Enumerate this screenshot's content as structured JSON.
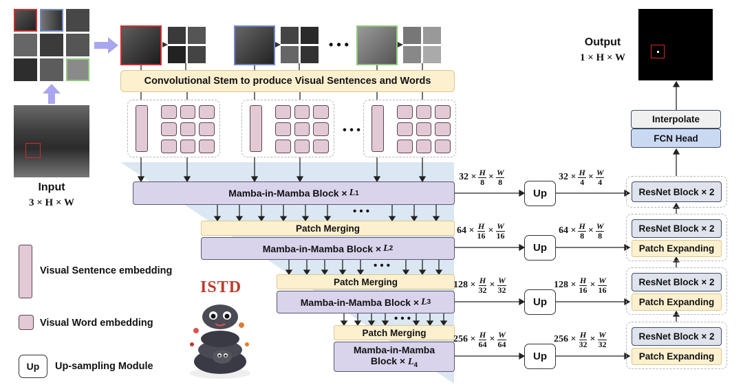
{
  "input": {
    "title": "Input",
    "shape": "3 × H × W"
  },
  "output": {
    "title": "Output",
    "shape": "1 × H × W"
  },
  "stem_label": "Convolutional Stem to produce Visual Sentences and Words",
  "ellipsis": "• • •",
  "ellipsis_mid": "• • •",
  "stages": {
    "mamba1": "Mamba-in-Mamba Block × ",
    "mamba1_sub": "L",
    "mamba1_idx": "1",
    "merge2": "Patch Merging",
    "mamba2": "Mamba-in-Mamba Block × ",
    "mamba2_sub": "L",
    "mamba2_idx": "2",
    "merge3": "Patch Merging",
    "mamba3": "Mamba-in-Mamba Block × ",
    "mamba3_sub": "L",
    "mamba3_idx": "3",
    "merge4": "Patch Merging",
    "mamba4_line1": "Mamba-in-Mamba",
    "mamba4_line2": "Block × ",
    "mamba4_sub": "L",
    "mamba4_idx": "4"
  },
  "dims_left": [
    {
      "c": "32 ×",
      "h": "H",
      "hd": "8",
      "w": "W",
      "wd": "8"
    },
    {
      "c": "64 ×",
      "h": "H",
      "hd": "16",
      "w": "W",
      "wd": "16"
    },
    {
      "c": "128 ×",
      "h": "H",
      "hd": "32",
      "w": "W",
      "wd": "32"
    },
    {
      "c": "256 ×",
      "h": "H",
      "hd": "64",
      "w": "W",
      "wd": "64"
    }
  ],
  "dims_right": [
    {
      "c": "32 ×",
      "h": "H",
      "hd": "4",
      "w": "W",
      "wd": "4"
    },
    {
      "c": "64 ×",
      "h": "H",
      "hd": "8",
      "w": "W",
      "wd": "8"
    },
    {
      "c": "128 ×",
      "h": "H",
      "hd": "16",
      "w": "W",
      "wd": "16"
    },
    {
      "c": "256 ×",
      "h": "H",
      "hd": "32",
      "w": "W",
      "wd": "32"
    }
  ],
  "up_label": "Up",
  "decoder": {
    "resnet": "ResNet Block × 2",
    "expand": "Patch Expanding",
    "fcn": "FCN Head",
    "interp": "Interpolate"
  },
  "legend": {
    "sentence": "Visual Sentence embedding",
    "word": "Visual Word embedding",
    "up_key": "Up",
    "up_text": "Up-sampling Module"
  },
  "logo_text": "ISTD",
  "colors": {
    "mamba": "#d9d4ec",
    "merge": "#fdf0cf",
    "fcn": "#c9d9f2",
    "embedding": "#e3c9d6",
    "tile_red": "#d62a2a",
    "tile_blue": "#6f86c9",
    "tile_green": "#8fc97a",
    "arrow_input": "#a9a6f0"
  }
}
